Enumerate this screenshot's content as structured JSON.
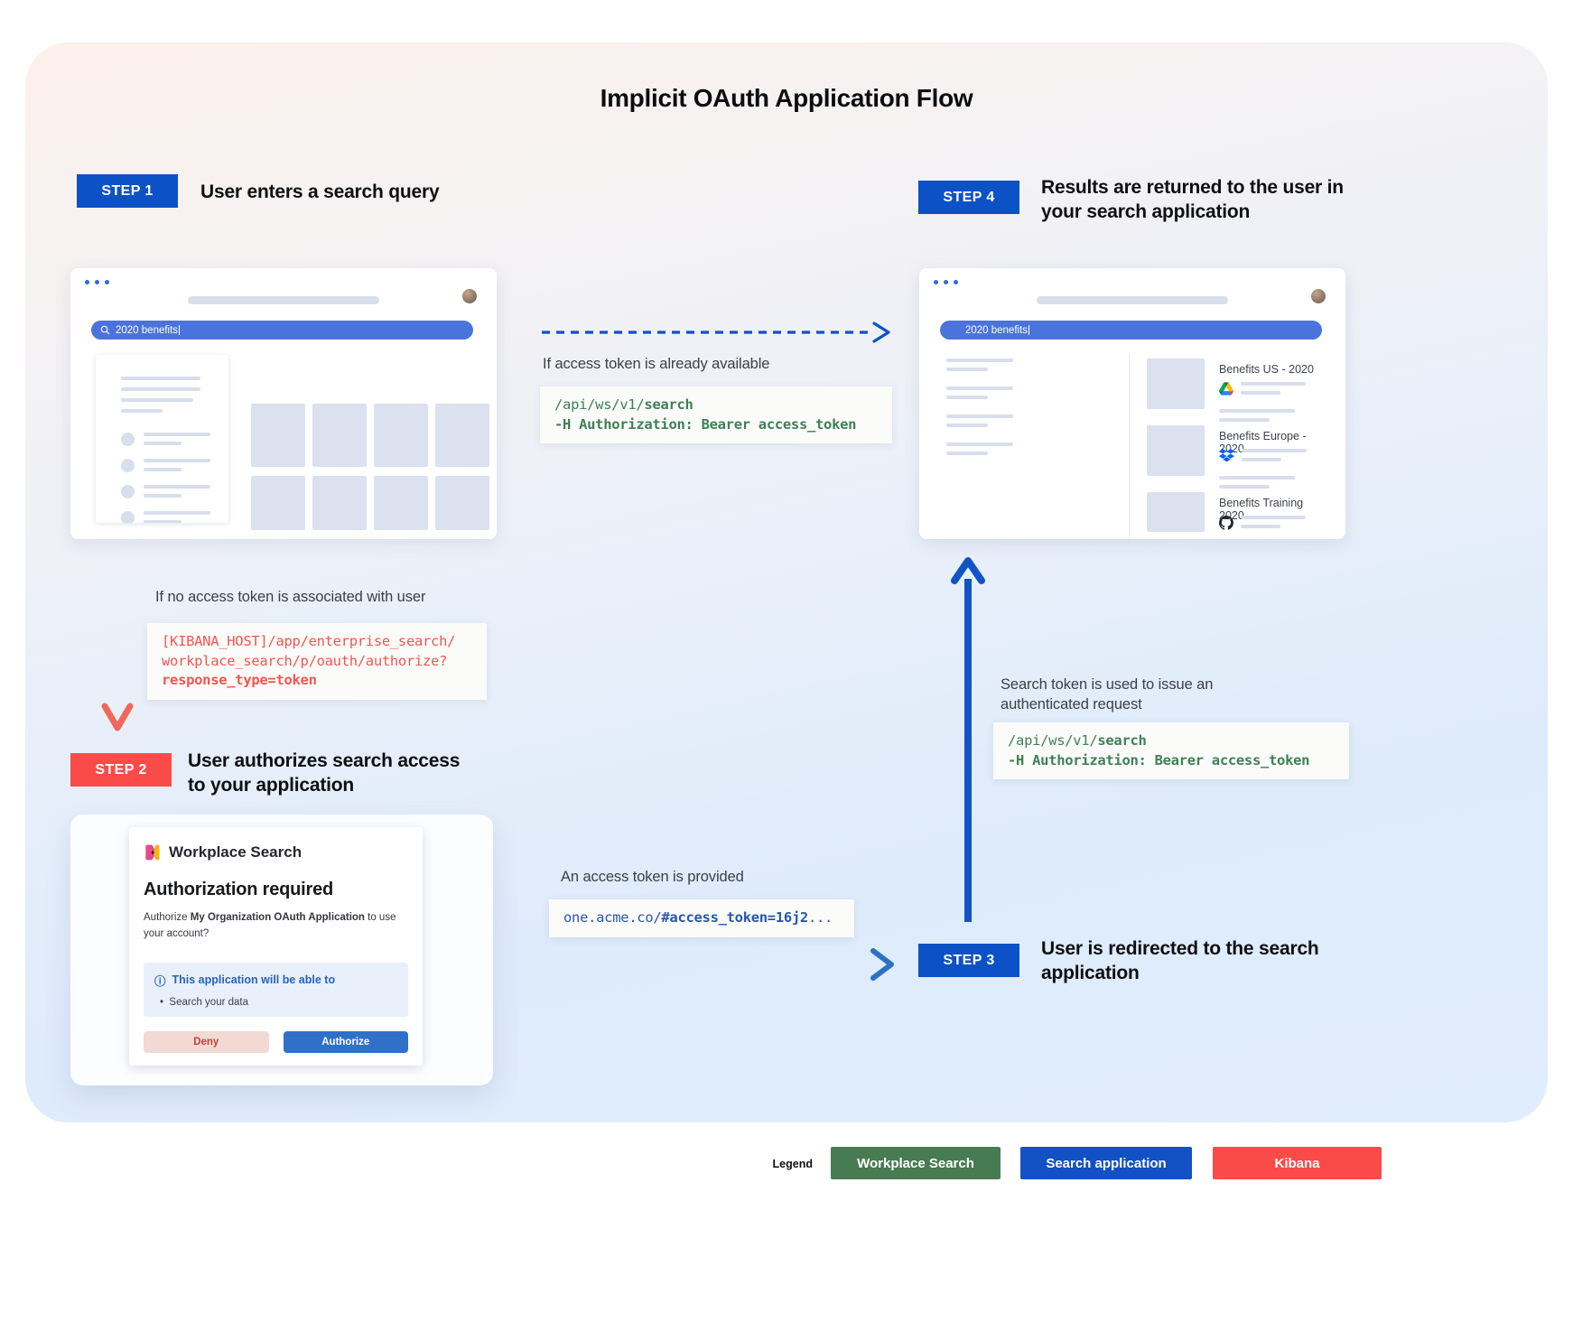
{
  "title": "Implicit OAuth Application Flow",
  "steps": {
    "s1": {
      "badge": "STEP 1",
      "heading": "User enters a search query"
    },
    "s2": {
      "badge": "STEP 2",
      "heading": "User authorizes search access to your application"
    },
    "s3": {
      "badge": "STEP 3",
      "heading": "User is redirected to the search application"
    },
    "s4": {
      "badge": "STEP 4",
      "heading": "Results are returned to the user in your search application"
    }
  },
  "browser_left": {
    "query": "2020 benefits",
    "search_icon": "magnifier-icon"
  },
  "browser_right": {
    "query": "2020 benefits",
    "results": [
      {
        "title": "Benefits US - 2020",
        "icon": "google-drive-icon"
      },
      {
        "title": "Benefits Europe - 2020",
        "icon": "dropbox-icon"
      },
      {
        "title": "Benefits Training 2020",
        "icon": "github-icon"
      }
    ]
  },
  "annotations": {
    "token_available": "If access token is already available",
    "no_token": "If no access token is associated with user",
    "token_provided": "An access token is provided",
    "auth_request": "Search token is used to issue an authenticated request"
  },
  "code": {
    "search_api": {
      "path": "/api/ws/v1/",
      "path_bold": "search",
      "header_bold": "-H Authorization: Bearer access_token"
    },
    "kibana_authorize": {
      "line1": "[KIBANA_HOST]/app/enterprise_search/",
      "line2": "workplace_search/p/oauth/authorize?",
      "line3_bold": "response_type=token"
    },
    "redirect": {
      "pre": "one.acme.co/",
      "bold": "#access_token=16j2",
      "post": "..."
    }
  },
  "dialog": {
    "app_name": "Workplace Search",
    "title": "Authorization required",
    "body_pre": "Authorize ",
    "body_app": "My Organization OAuth Application",
    "body_post": " to use your account?",
    "info_icon": "ⓘ",
    "permissions_title": "This application will be able to",
    "permissions_bullet": "•",
    "permissions_item": "Search your data",
    "deny_label": "Deny",
    "authorize_label": "Authorize"
  },
  "legend": {
    "label": "Legend",
    "items": [
      {
        "label": "Workplace Search",
        "color": "#477B52"
      },
      {
        "label": "Search application",
        "color": "#1151C4"
      },
      {
        "label": "Kibana",
        "color": "#FA4B49"
      }
    ]
  },
  "colors": {
    "step_blue": "#0C51C6",
    "step_red": "#FA4B49",
    "search_bar_blue": "#4A73DB",
    "code_green": "#3E7F56",
    "code_red": "#F2564F",
    "code_blue": "#2757AC",
    "arrow_blue": "#0A52C8",
    "arrow_red": "#ED6A5E"
  }
}
